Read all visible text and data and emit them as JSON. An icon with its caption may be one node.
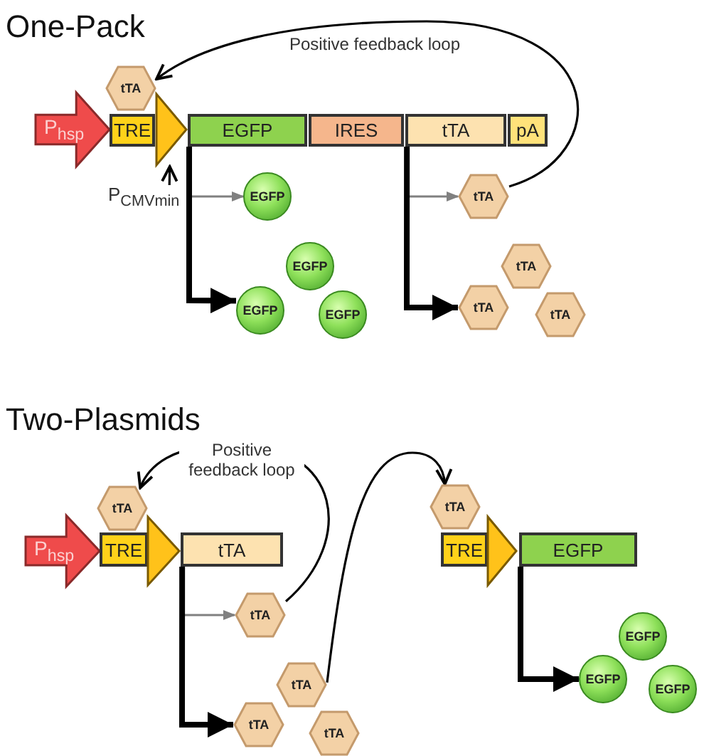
{
  "diagram": {
    "nodes": [
      {
        "text": [
          "P$_{hsp}$"
        ]
      },
      {
        "text": [
          "TRE"
        ]
      },
      {
        "text": [],
        "shape": "triangle"
      },
      {
        "text": [
          "EGFP"
        ]
      },
      {
        "text": [
          "IRES"
        ]
      },
      {
        "text": [
          "tTA"
        ]
      },
      {
        "text": [
          "pA"
        ]
      },
      {
        "text": [
          "tTA"
        ]
      },
      {
        "text": [
          "P$_{CMVmin}$"
        ]
      },
      {
        "text": [
          "EGFP"
        ]
      },
      {
        "text": [
          "EGFP"
        ]
      },
      {
        "text": [
          "EGFP"
        ]
      },
      {
        "text": [
          "EGFP"
        ]
      },
      {
        "text": [
          "tTA"
        ]
      },
      {
        "text": [
          "tTA"
        ]
      },
      {
        "text": [
          "tTA"
        ]
      },
      {
        "text": [
          "tTA"
        ]
      },
      {
        "text": [
          "P$_{hsp}$"
        ]
      },
      {
        "text": [
          "TRE"
        ]
      },
      {
        "text": [],
        "shape": "triangle"
      },
      {
        "text": [
          "tTA"
        ]
      },
      {
        "text": [
          "tTA"
        ]
      },
      {
        "text": [
          "tTA"
        ]
      },
      {
        "text": [
          "tTA"
        ]
      },
      {
        "text": [
          "tTA"
        ]
      },
      {
        "text": [
          "tTA"
        ]
      },
      {
        "text": [
          "tTA"
        ]
      },
      {
        "text": [
          "TRE"
        ]
      },
      {
        "text": [],
        "shape": "triangle"
      },
      {
        "text": [
          "EGFP"
        ]
      },
      {
        "text": [
          "EGFP"
        ]
      },
      {
        "text": [
          "EGFP"
        ]
      },
      {
        "text": [
          "EGFP"
        ]
      }
    ],
    "edges": [
      {
        "from": 13,
        "to": 7,
        "arrow": "to",
        "label": "Positive feedback loop"
      },
      {
        "from": 8,
        "to": 2,
        "arrow": "to"
      },
      {
        "from": 3,
        "to": 9,
        "arrow": "to",
        "color": "#808080"
      },
      {
        "from": 3,
        "to": 11,
        "arrow": "to",
        "style": "thick"
      },
      {
        "from": 5,
        "to": 13,
        "arrow": "to",
        "color": "#808080"
      },
      {
        "from": 5,
        "to": 15,
        "arrow": "to",
        "style": "thick"
      },
      {
        "from": 22,
        "to": 21,
        "arrow": "to",
        "label": "Positive feedback loop"
      },
      {
        "from": 20,
        "to": 22,
        "arrow": "to",
        "color": "#808080"
      },
      {
        "from": 20,
        "to": 24,
        "arrow": "to",
        "style": "thick"
      },
      {
        "from": 23,
        "to": 26,
        "arrow": "to"
      },
      {
        "from": 29,
        "to": 31,
        "arrow": "to",
        "style": "thick"
      }
    ],
    "labels": [
      "One-Pack",
      "Two-Plasmids"
    ]
  }
}
